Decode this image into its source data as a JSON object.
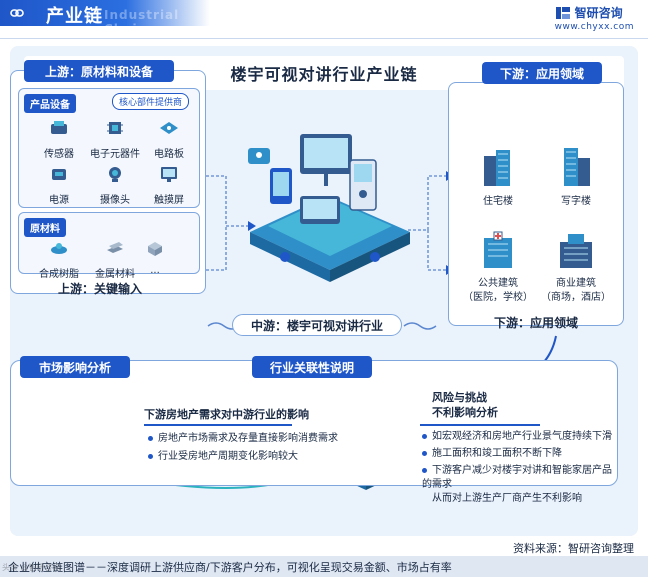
{
  "header": {
    "title": "产业链",
    "watermark": "Industrial Chain",
    "brand_name": "智研咨询",
    "brand_url": "www.chyxx.com"
  },
  "diagram": {
    "title": "楼宇可视对讲行业产业链",
    "upstream": {
      "tag": "上游：原材料和设备",
      "equipment_label": "产品设备",
      "core_label": "核心部件提供商",
      "equipment_items": [
        "传感器",
        "电子元器件",
        "电路板",
        "电源",
        "摄像头",
        "触摸屏"
      ],
      "raw_label": "原材料",
      "raw_items": [
        "合成树脂",
        "金属材料",
        "..."
      ],
      "footer": "上游：关键输入"
    },
    "midstream": {
      "label": "中游：楼宇可视对讲行业"
    },
    "downstream": {
      "tag": "下游：应用领域",
      "buildings": [
        {
          "name": "住宅楼",
          "sub": ""
        },
        {
          "name": "写字楼",
          "sub": ""
        },
        {
          "name": "公共建筑",
          "sub": "（医院，学校）"
        },
        {
          "name": "商业建筑",
          "sub": "（商场，酒店）"
        }
      ],
      "footer": "下游：应用领域"
    },
    "market": {
      "tag": "市场影响分析",
      "relation_tag": "行业关联性说明",
      "impact_title": "下游房地产需求对中游行业的影响",
      "impact_points": [
        "房地产市场需求及存量直接影响消费需求",
        "行业受房地产周期变化影响较大"
      ],
      "risk_title_1": "风险与挑战",
      "risk_title_2": "不利影响分析",
      "risk_points": [
        "如宏观经济和房地产行业景气度持续下滑",
        "施工面积和竣工面积不断下降",
        "下游客户减少对楼宇对讲和智能家居产品的需求",
        "从而对上游生产厂商产生不利影响"
      ]
    }
  },
  "footer": {
    "source": "资料来源：智研咨询整理",
    "caption": "企业供应链图谱－－深度调研上游供应商/下游客户分布，可视化呈现交易金额、市场占有率",
    "watermark": "头条 @智研咨询"
  },
  "colors": {
    "primary": "#1f56c8",
    "panel": "#eaf2fb",
    "border": "#7fa7de",
    "teal": "#2bb3c0"
  }
}
